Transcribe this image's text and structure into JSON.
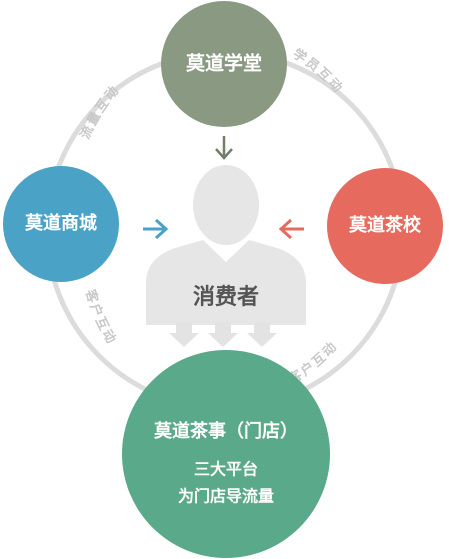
{
  "nodes": {
    "top": {
      "label": "莫道学堂",
      "color": "#8a9a82"
    },
    "left": {
      "label": "莫道商城",
      "color": "#4ba2c7"
    },
    "right": {
      "label": "莫道茶校",
      "color": "#e76a5f"
    },
    "bottom": {
      "title": "莫道茶事（门店）",
      "line1": "三大平台",
      "line2": "为门店导流量",
      "color": "#5aa98a"
    }
  },
  "center": {
    "label": "消费者",
    "color": "#e6e6e6",
    "text_color": "#555555"
  },
  "arc_labels": {
    "top_left": "流量互动",
    "top_right": "学员互动",
    "bottom_left": "客户互动",
    "bottom_right": "客户互动"
  },
  "colors": {
    "arc": "#dcdcdc",
    "arrow_top": "#6f7f68",
    "arrow_left": "#4ba2c7",
    "arrow_right": "#e76a5f",
    "arrow_down": "#e3e3e3"
  }
}
